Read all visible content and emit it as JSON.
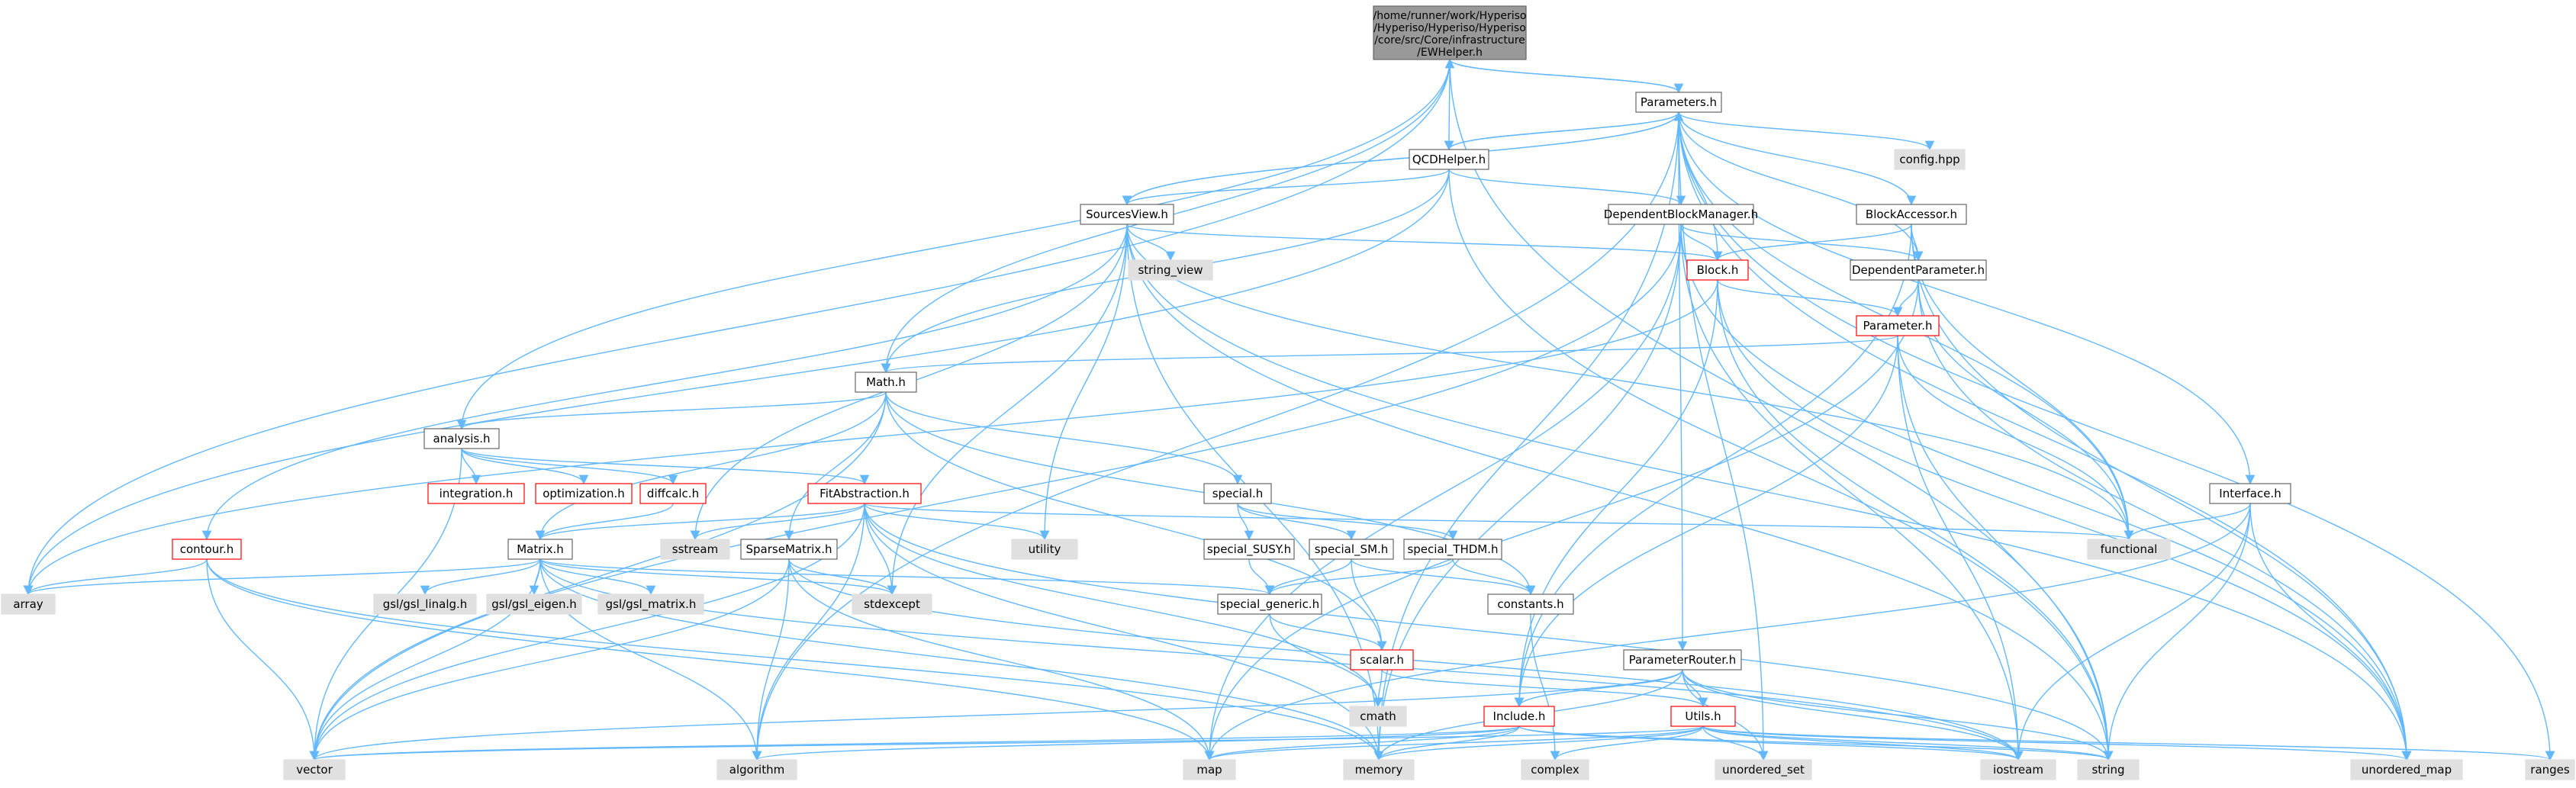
{
  "diagram": {
    "root": {
      "lines": [
        "/home/runner/work/Hyperiso",
        "/Hyperiso/Hyperiso/Hyperiso",
        "/core/src/Core/infrastructure",
        "/EWHelper.h"
      ]
    },
    "nodes": {
      "parameters": "Parameters.h",
      "qcdhelper": "QCDHelper.h",
      "config": "config.hpp",
      "sourcesview": "SourcesView.h",
      "depblockmgr": "DependentBlockManager.h",
      "blockaccessor": "BlockAccessor.h",
      "stringview": "string_view",
      "block": "Block.h",
      "depparam": "DependentParameter.h",
      "parameter": "Parameter.h",
      "math": "Math.h",
      "analysis": "analysis.h",
      "integration": "integration.h",
      "optimization": "optimization.h",
      "diffcalc": "diffcalc.h",
      "fitabstraction": "FitAbstraction.h",
      "sstream": "sstream",
      "utility": "utility",
      "special": "special.h",
      "interface": "Interface.h",
      "functional": "functional",
      "contour": "contour.h",
      "matrix": "Matrix.h",
      "sparsematrix": "SparseMatrix.h",
      "specialsusy": "special_SUSY.h",
      "specialsm": "special_SM.h",
      "specialthdm": "special_THDM.h",
      "array": "array",
      "gsllinalg": "gsl/gsl_linalg.h",
      "gsleigen": "gsl/gsl_eigen.h",
      "gslmatrix": "gsl/gsl_matrix.h",
      "stdexcept": "stdexcept",
      "specialgeneric": "special_generic.h",
      "constants": "constants.h",
      "scalar": "scalar.h",
      "paramrouter": "ParameterRouter.h",
      "cmath": "cmath",
      "include": "Include.h",
      "utils": "Utils.h",
      "vector": "vector",
      "algorithm": "algorithm",
      "map": "map",
      "memory": "memory",
      "complex": "complex",
      "unorderedset": "unordered_set",
      "iostream": "iostream",
      "string": "string",
      "unorderedmap": "unordered_map",
      "ranges": "ranges"
    },
    "colors": {
      "edge": "#63b8ff",
      "root_fill": "#999999",
      "system_fill": "#e0e0e0",
      "file_border": "#666666",
      "truncated_border": "#ff0000"
    }
  }
}
